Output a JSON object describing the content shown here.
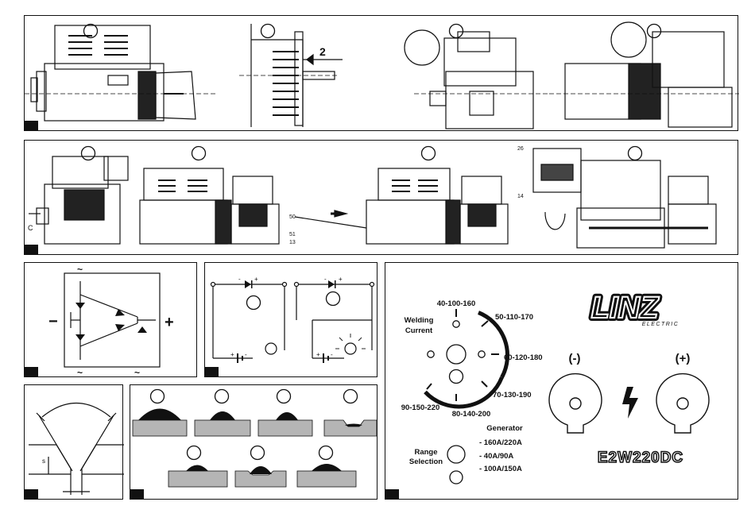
{
  "row1": {
    "dimension_label": "2"
  },
  "row2": {
    "ref_c": "C",
    "ref_50": "50",
    "ref_51": "51",
    "ref_13": "13",
    "ref_26": "26",
    "ref_14": "14"
  },
  "bridge": {
    "ac_top": "~",
    "ac_bottom_left": "~",
    "ac_bottom_right": "~",
    "minus": "−",
    "plus": "+"
  },
  "circuit": {
    "plus_a": "+",
    "minus_a": "-",
    "plus_b": "+",
    "minus_b": "-",
    "plus_c": "+",
    "minus_c": "-",
    "plus_d": "+",
    "minus_d": "-"
  },
  "weld": {
    "gap_label": "s"
  },
  "panel": {
    "welding_current_line1": "Welding",
    "welding_current_line2": "Current",
    "scale": [
      "40-100-160",
      "50-110-170",
      "60-120-180",
      "70-130-190",
      "80-140-200",
      "90-150-220"
    ],
    "generator_title": "Generator",
    "generator_ranges": [
      "- 160A/220A",
      "- 40A/90A",
      "- 100A/150A"
    ],
    "range_line1": "Range",
    "range_line2": "Selection",
    "neg_terminal": "(-)",
    "pos_terminal": "(+)",
    "model": "E2W220DC",
    "logo_text": "LINZ",
    "logo_sub": "ELECTRIC"
  },
  "colors": {
    "ink": "#111111",
    "plate": "#b5b5b5",
    "bead": "#111111"
  }
}
